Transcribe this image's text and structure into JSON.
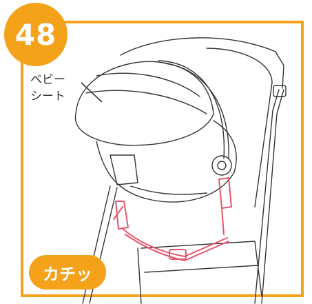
{
  "step": {
    "number": "48"
  },
  "callout": {
    "line1": "ベビー",
    "line2": "シート"
  },
  "action": {
    "sound": "カチッ"
  },
  "colors": {
    "accent": "#F5A21B",
    "highlight": "#E8546B",
    "line": "#333333"
  }
}
